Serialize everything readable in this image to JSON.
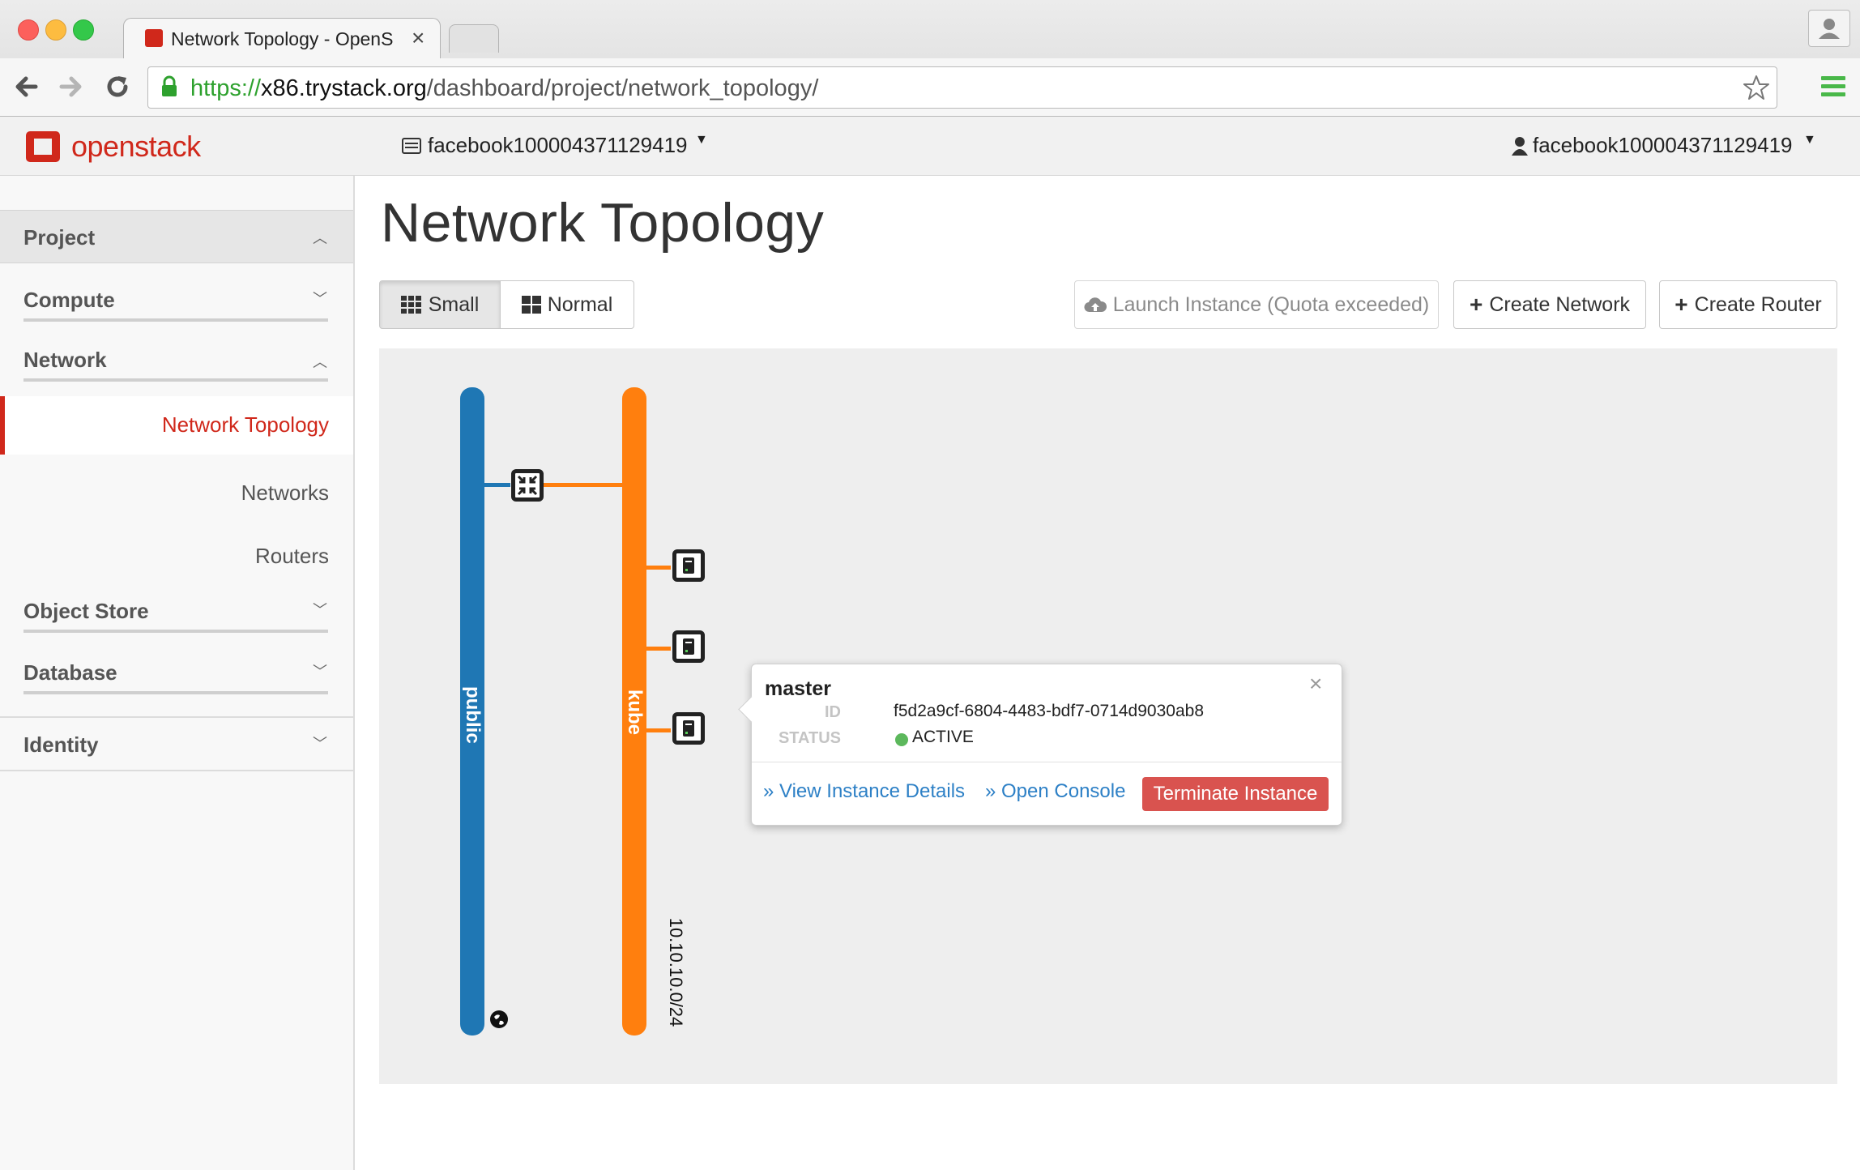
{
  "browser": {
    "tab_title": "Network Topology - OpenS",
    "url_scheme": "https://",
    "url_host": "x86.trystack.org",
    "url_path": "/dashboard/project/network_topology/"
  },
  "header": {
    "logo_text": "openstack",
    "project_selector": "facebook100004371129419",
    "user_menu": "facebook100004371129419"
  },
  "sidebar": {
    "project": "Project",
    "compute": "Compute",
    "network": "Network",
    "network_topology": "Network Topology",
    "networks": "Networks",
    "routers": "Routers",
    "object_store": "Object Store",
    "database": "Database",
    "identity": "Identity"
  },
  "main": {
    "title": "Network Topology",
    "view_small": "Small",
    "view_normal": "Normal",
    "launch_instance": "Launch Instance (Quota exceeded)",
    "create_network": "Create Network",
    "create_router": "Create Router"
  },
  "topology": {
    "networks": [
      {
        "name": "public",
        "color": "#1f77b4"
      },
      {
        "name": "kube",
        "color": "#ff7f0e",
        "cidr": "10.10.10.0/24"
      }
    ],
    "instance_count": 3
  },
  "popup": {
    "name": "master",
    "id_label": "ID",
    "id_value": "f5d2a9cf-6804-4483-bdf7-0714d9030ab8",
    "status_label": "STATUS",
    "status_value": "ACTIVE",
    "status_color": "#5cb85c",
    "view_details": "» View Instance Details",
    "open_console": "» Open Console",
    "terminate": "Terminate Instance",
    "terminate_color": "#d9534f"
  },
  "colors": {
    "accent_red": "#d0281b",
    "link_blue": "#2d80c6"
  }
}
